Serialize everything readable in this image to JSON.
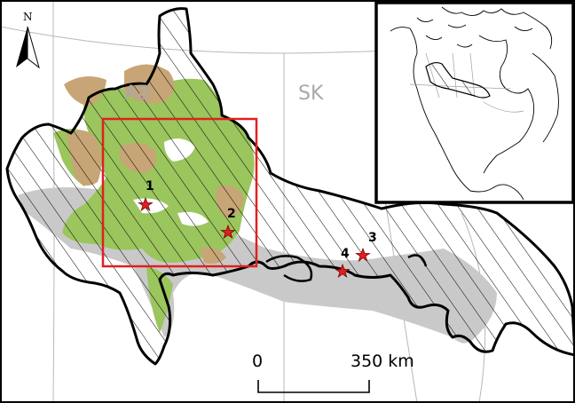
{
  "north_arrow": {
    "label": "N"
  },
  "provinces": [
    {
      "id": "ab",
      "label": "AB"
    },
    {
      "id": "sk",
      "label": "SK"
    }
  ],
  "sites": [
    {
      "id": "1",
      "label": "1"
    },
    {
      "id": "2",
      "label": "2"
    },
    {
      "id": "3",
      "label": "3"
    },
    {
      "id": "4",
      "label": "4"
    }
  ],
  "scale_bar": {
    "start_label": "0",
    "end_label": "350 km"
  },
  "colors": {
    "hatched_region_outline": "#000000",
    "green_cover": "#9bc55d",
    "tan_cover": "#c8a576",
    "grey_zone": "#c9c9c9",
    "study_box": "#e02020",
    "site_star": "#e02020",
    "province_label": "#a8a8a8"
  },
  "inset": {
    "description_visible": false
  }
}
